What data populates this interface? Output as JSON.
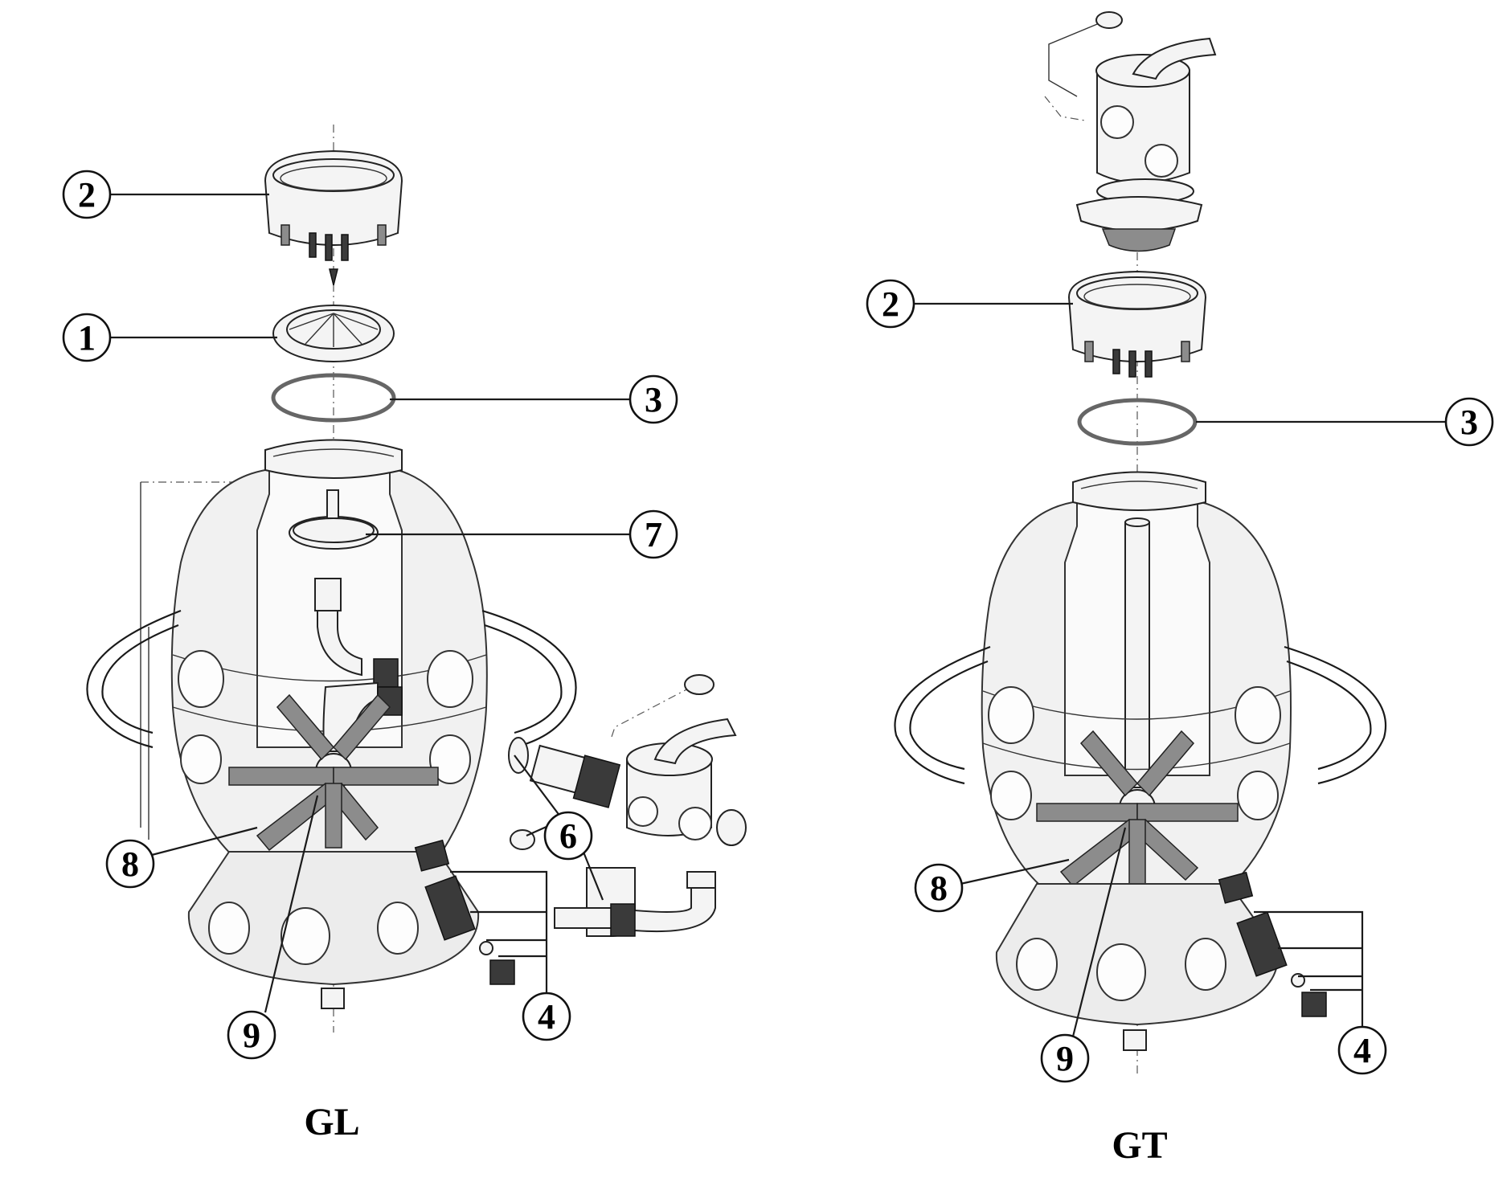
{
  "models": [
    {
      "id": "GL",
      "label": "GL",
      "callouts": [
        {
          "number": "2"
        },
        {
          "number": "1"
        },
        {
          "number": "3"
        },
        {
          "number": "7"
        },
        {
          "number": "6"
        },
        {
          "number": "8"
        },
        {
          "number": "4"
        },
        {
          "number": "9"
        }
      ]
    },
    {
      "id": "GT",
      "label": "GT",
      "callouts": [
        {
          "number": "2"
        },
        {
          "number": "3"
        },
        {
          "number": "8"
        },
        {
          "number": "4"
        },
        {
          "number": "9"
        }
      ]
    }
  ]
}
